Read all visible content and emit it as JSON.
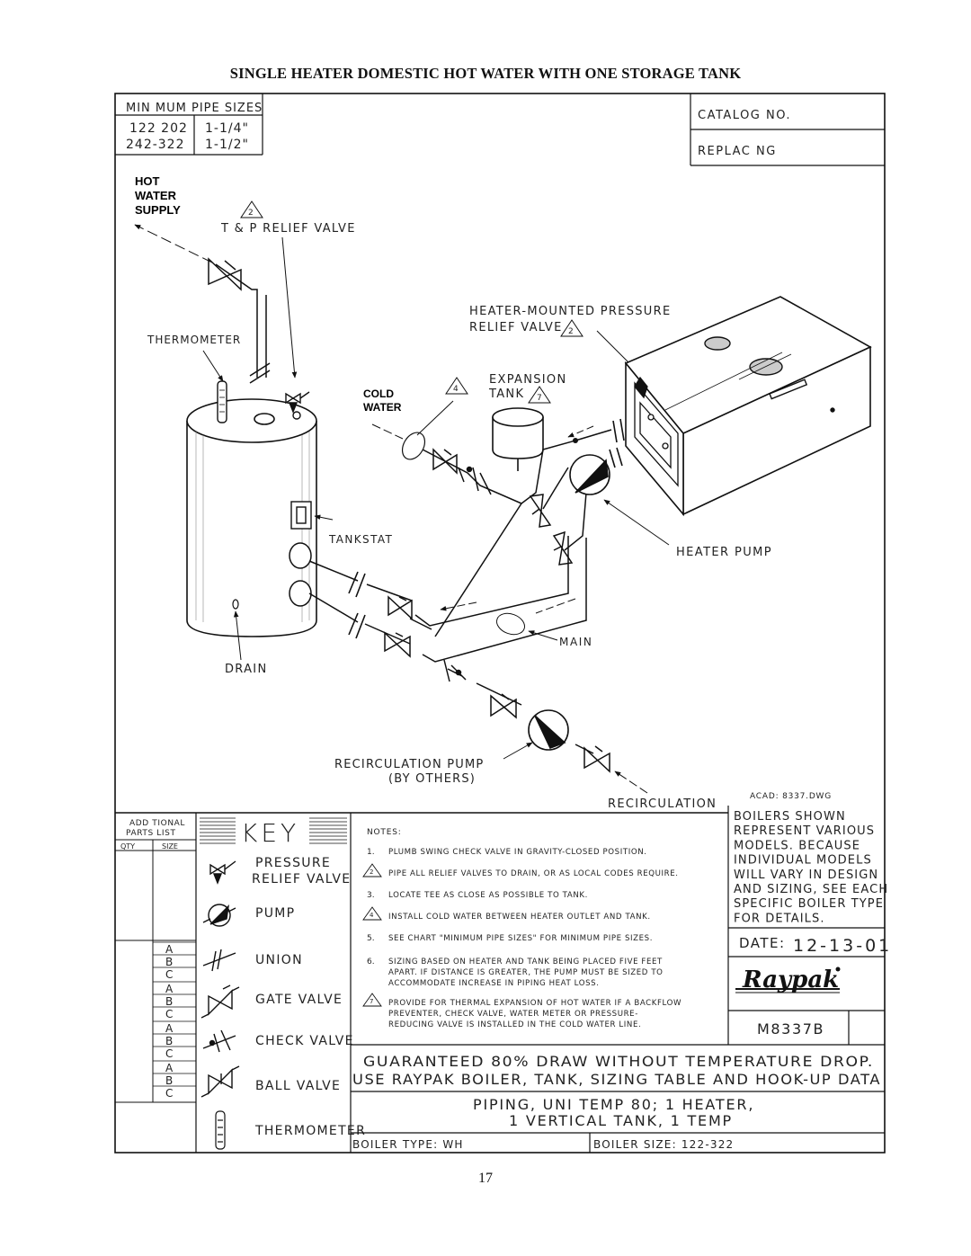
{
  "page": {
    "title": "SINGLE HEATER DOMESTIC HOT WATER WITH ONE STORAGE TANK",
    "page_number": "17"
  },
  "pipe_sizes": {
    "header": "MIN MUM PIPE SIZES",
    "rows": [
      {
        "models": "122 202",
        "size": "1-1/4\""
      },
      {
        "models": "242-322",
        "size": "1-1/2\""
      }
    ]
  },
  "catalog": {
    "catalog_label": "CATALOG NO.",
    "replacing_label": "REPLAC NG"
  },
  "labels": {
    "hot_water": [
      "HOT",
      "WATER",
      "SUPPLY"
    ],
    "tp_relief": "T & P RELIEF VALVE",
    "thermometer": "THERMOMETER",
    "heater_relief": [
      "HEATER-MOUNTED PRESSURE",
      "RELIEF VALVE"
    ],
    "expansion": [
      "EXPANSION",
      "TANK"
    ],
    "cold_water": [
      "COLD",
      "WATER"
    ],
    "tankstat": "TANKSTAT",
    "heater_pump": "HEATER PUMP",
    "main": "MAIN",
    "drain": "DRAIN",
    "recirc_pump": [
      "RECIRCULATION PUMP",
      "(BY OTHERS)"
    ],
    "recirculation": "RECIRCULATION",
    "acad": "ACAD: 8337.DWG",
    "note_tri_2": "2",
    "note_tri_4": "4",
    "note_tri_7": "7"
  },
  "parts_list": {
    "header": [
      "ADD TIONAL",
      "PARTS LIST"
    ],
    "qty": "QTY",
    "size": "SIZE",
    "letters": [
      "A",
      "B",
      "C",
      "A",
      "B",
      "C",
      "A",
      "B",
      "C",
      "A",
      "B",
      "C"
    ]
  },
  "key": {
    "title": "KEY",
    "items": [
      "PRESSURE RELIEF VALVE",
      "PUMP",
      "UNION",
      "GATE VALVE",
      "CHECK VALVE",
      "BALL VALVE",
      "THERMOMETER"
    ]
  },
  "notes": {
    "header": "NOTES:",
    "items": [
      {
        "num": "1.",
        "text": [
          "PLUMB SWING CHECK VALVE IN GRAVITY-CLOSED POSITION."
        ]
      },
      {
        "num": "2",
        "text": [
          "PIPE ALL RELIEF VALVES TO DRAIN, OR AS LOCAL CODES REQUIRE."
        ]
      },
      {
        "num": "3.",
        "text": [
          "LOCATE TEE AS CLOSE AS POSSIBLE TO TANK."
        ]
      },
      {
        "num": "4",
        "text": [
          "INSTALL COLD WATER BETWEEN HEATER OUTLET AND TANK."
        ]
      },
      {
        "num": "5.",
        "text": [
          "SEE CHART \"MINIMUM PIPE SIZES\" FOR MINIMUM PIPE SIZES."
        ]
      },
      {
        "num": "6.",
        "text": [
          "SIZING BASED ON HEATER AND TANK BEING PLACED FIVE FEET",
          "APART. IF DISTANCE IS GREATER, THE PUMP MUST BE SIZED TO",
          "ACCOMMODATE INCREASE IN PIPING HEAT LOSS."
        ]
      },
      {
        "num": "7",
        "text": [
          "PROVIDE FOR THERMAL EXPANSION OF HOT WATER IF A BACKFLOW",
          "PREVENTER, CHECK VALVE, WATER METER OR PRESSURE-",
          "REDUCING VALVE IS INSTALLED IN THE COLD WATER LINE."
        ]
      }
    ]
  },
  "boilers_note": [
    "BOILERS SHOWN",
    "REPRESENT VARIOUS",
    "MODELS. BECAUSE",
    "INDIVIDUAL MODELS",
    "WILL VARY IN DESIGN",
    "AND SIZING, SEE EACH",
    "SPECIFIC BOILER TYPE",
    "FOR DETAILS."
  ],
  "title_block": {
    "date_label": "DATE:",
    "date": "12-13-01",
    "brand": "Raypak",
    "drawing_no": "M8337B",
    "guarantee": [
      "GUARANTEED 80% DRAW WITHOUT TEMPERATURE DROP.",
      "USE RAYPAK BOILER, TANK, SIZING TABLE AND HOOK-UP DATA"
    ],
    "title": [
      "PIPING, UNI TEMP 80; 1 HEATER,",
      "1 VERTICAL TANK, 1 TEMP"
    ],
    "boiler_type": "BOILER TYPE: WH",
    "boiler_size": "BOILER SIZE:   122-322"
  }
}
